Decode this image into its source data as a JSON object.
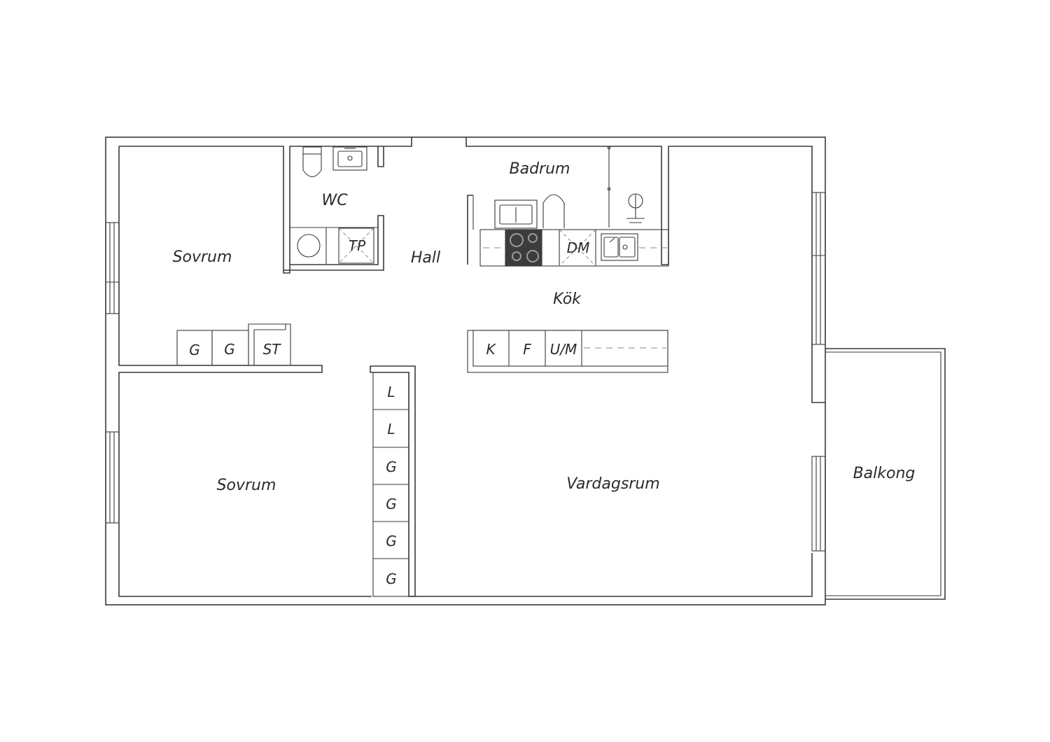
{
  "rooms": {
    "bedroom_upper": "Sovrum",
    "bedroom_lower": "Sovrum",
    "wc": "WC",
    "hall": "Hall",
    "bathroom": "Badrum",
    "kitchen": "Kök",
    "living_room": "Vardagsrum",
    "balcony": "Balkong"
  },
  "fixtures": {
    "wardrobe_1": "G",
    "wardrobe_2": "G",
    "storage_closet": "ST",
    "dryer": "TP",
    "dishwasher": "DM",
    "fridge": "K",
    "freezer": "F",
    "oven_microwave": "U/M",
    "linen_1": "L",
    "linen_2": "L",
    "hall_wardrobe_1": "G",
    "hall_wardrobe_2": "G",
    "hall_wardrobe_3": "G",
    "hall_wardrobe_4": "G"
  },
  "colors": {
    "wall": "#3a3a3a",
    "background": "#ffffff",
    "stove": "#3c3c3c"
  }
}
